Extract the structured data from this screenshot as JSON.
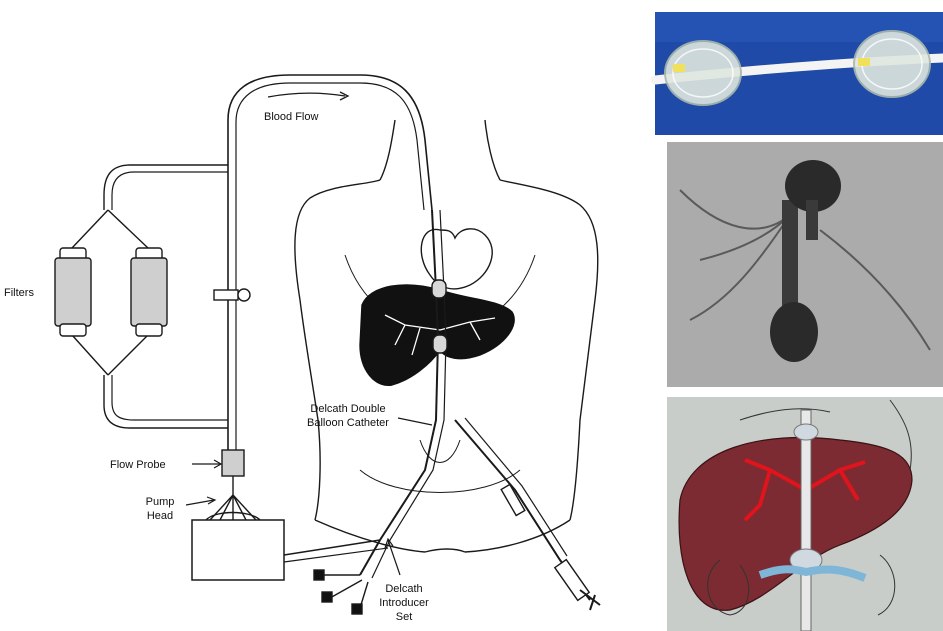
{
  "labels": {
    "blood_flow": "Blood Flow",
    "filters": "Filters",
    "flow_probe": "Flow Probe",
    "pump_head_1": "Pump",
    "pump_head_2": "Head",
    "catheter_1": "Delcath Double",
    "catheter_2": "Balloon Catheter",
    "introducer_1": "Delcath",
    "introducer_2": "Introducer",
    "introducer_3": "Set"
  },
  "colors": {
    "line": "#1a1a1a",
    "liver_black": "#111111",
    "photo_blue": "#1f4aa8",
    "xray_bg": "#b5b5b5",
    "xray_dark": "#2a2a2a",
    "illus_bg": "#c9cdc9",
    "liver_red": "#7b2b31",
    "vessel_red": "#e0141c",
    "vessel_blue": "#7fb6d8"
  }
}
